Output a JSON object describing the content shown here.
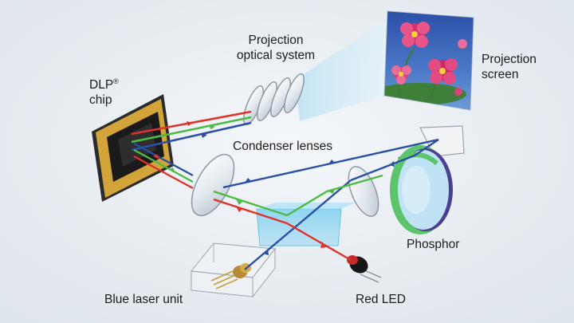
{
  "labels": {
    "projection_optical_system": {
      "line1": "Projection",
      "line2": "optical system"
    },
    "dlp_chip": {
      "line1": "DLP",
      "mark": "®",
      "line2": "chip"
    },
    "projection_screen": {
      "line1": "Projection",
      "line2": "screen"
    },
    "condenser_lenses": "Condenser lenses",
    "phosphor": "Phosphor",
    "blue_laser_unit": "Blue laser unit",
    "red_led": "Red LED"
  },
  "colors": {
    "background": "#e8edf2",
    "red_beam": "#e0312b",
    "green_beam": "#4dbb46",
    "blue_beam": "#2a4fa3",
    "chip_gold": "#d3a43a",
    "phosphor_green": "#5cc46a",
    "phosphor_purple": "#4c3f8f"
  }
}
